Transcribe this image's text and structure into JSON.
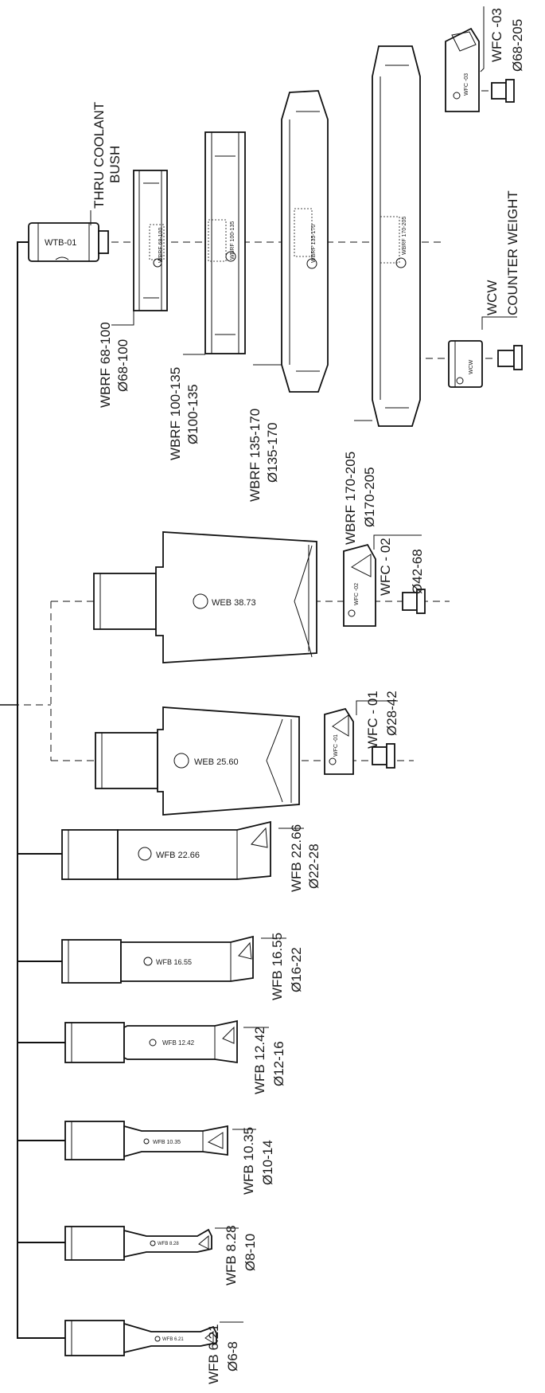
{
  "trunk_label": {
    "line1": "THRU COOLANT",
    "line2": "BUSH"
  },
  "bush_tag": "WTB-01",
  "counter_weight": {
    "code": "WCW",
    "name": "COUNTER WEIGHT",
    "tag": "WCW"
  },
  "wbrf": [
    {
      "code": "WBRF 68-100",
      "range": "Ø68-100",
      "tag": "WBRF 68-100"
    },
    {
      "code": "WBRF 100-135",
      "range": "Ø100-135",
      "tag": "WBRF 100-135"
    },
    {
      "code": "WBRF 135-170",
      "range": "Ø135-170",
      "tag": "WBRF 135-170"
    },
    {
      "code": "WBRF 170-205",
      "range": "Ø170-205",
      "tag": "WBRF 170-205"
    }
  ],
  "wfc": [
    {
      "code": "WFC -03",
      "range": "Ø68-205",
      "tag": "WFC -03"
    },
    {
      "code": "WFC - 02",
      "range": "Ø42-68",
      "tag": "WFC -02"
    },
    {
      "code": "WFC - 01",
      "range": "Ø28-42",
      "tag": "WFC -01"
    }
  ],
  "web": [
    {
      "tag": "WEB 38.73"
    },
    {
      "tag": "WEB 25.60"
    }
  ],
  "wfb": [
    {
      "code": "WFB 22.66",
      "range": "Ø22-28",
      "tag": "WFB 22.66"
    },
    {
      "code": "WFB 16.55",
      "range": "Ø16-22",
      "tag": "WFB 16.55"
    },
    {
      "code": "WFB 12.42",
      "range": "Ø12-16",
      "tag": "WFB 12.42"
    },
    {
      "code": "WFB 10.35",
      "range": "Ø10-14",
      "tag": "WFB 10.35"
    },
    {
      "code": "WFB 8.28",
      "range": "Ø8-10",
      "tag": "WFB 8.28"
    },
    {
      "code": "WFB 6.21",
      "range": "Ø6-8",
      "tag": "WFB 6.21"
    }
  ]
}
